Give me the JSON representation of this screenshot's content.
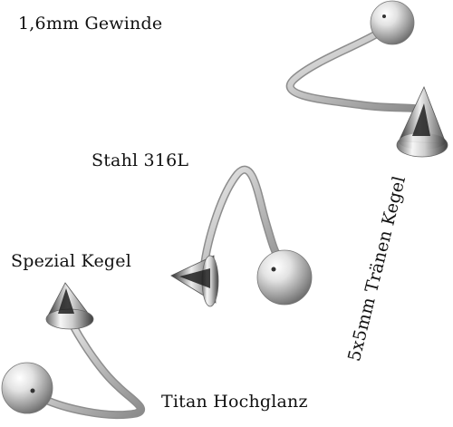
{
  "labels": {
    "thread": "1,6mm Gewinde",
    "steel": "Stahl 316L",
    "special_cone": "Spezial Kegel",
    "titanium": "Titan Hochglanz",
    "teardrop_cone": "5x5mm Tränen Kegel"
  },
  "colors": {
    "text": "#111111",
    "metal_light": "#f4f4f4",
    "metal_mid": "#b9b9b9",
    "metal_dark": "#5a5a5a",
    "background": "#ffffff"
  },
  "images": [
    {
      "name": "spiral-ball-and-teardrop-cone",
      "components": [
        "ball",
        "spiral-bar",
        "teardrop-cone"
      ]
    },
    {
      "name": "spiral-cone-and-ball",
      "components": [
        "cone",
        "spiral-bar",
        "ball"
      ]
    },
    {
      "name": "spiral-cone-and-ball-lower",
      "components": [
        "cone",
        "spiral-bar",
        "ball"
      ]
    }
  ]
}
